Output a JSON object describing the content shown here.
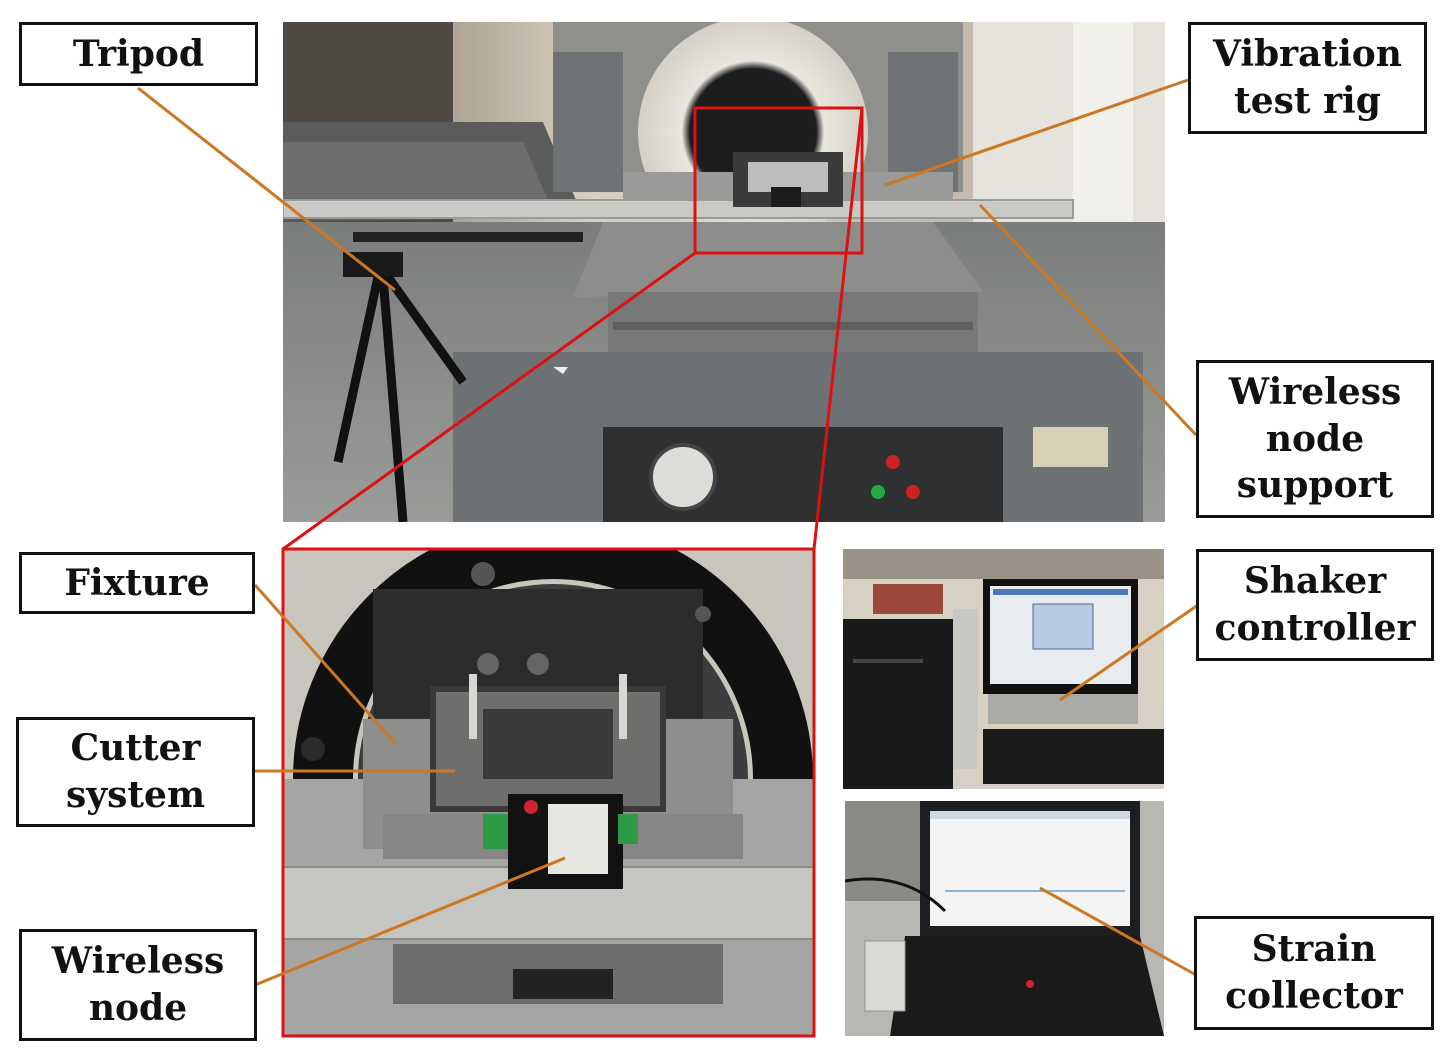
{
  "labels": {
    "tripod": "Tripod",
    "vibration_test_rig": "Vibration\ntest rig",
    "wireless_node_support": "Wireless\nnode\nsupport",
    "fixture": "Fixture",
    "cutter_system": "Cutter\nsystem",
    "wireless_node": "Wireless\nnode",
    "shaker_controller": "Shaker\ncontroller",
    "strain_collector": "Strain\ncollector"
  },
  "colors": {
    "leader_line": "#cc7722",
    "highlight_frame": "#dd1111",
    "box_border": "#111111"
  },
  "icons": {
    "main_photo": "vibration-test-rig-photo",
    "detail_photo": "fixture-closeup-photo",
    "controller_photo": "desktop-pc-photo",
    "collector_photo": "laptop-photo"
  }
}
